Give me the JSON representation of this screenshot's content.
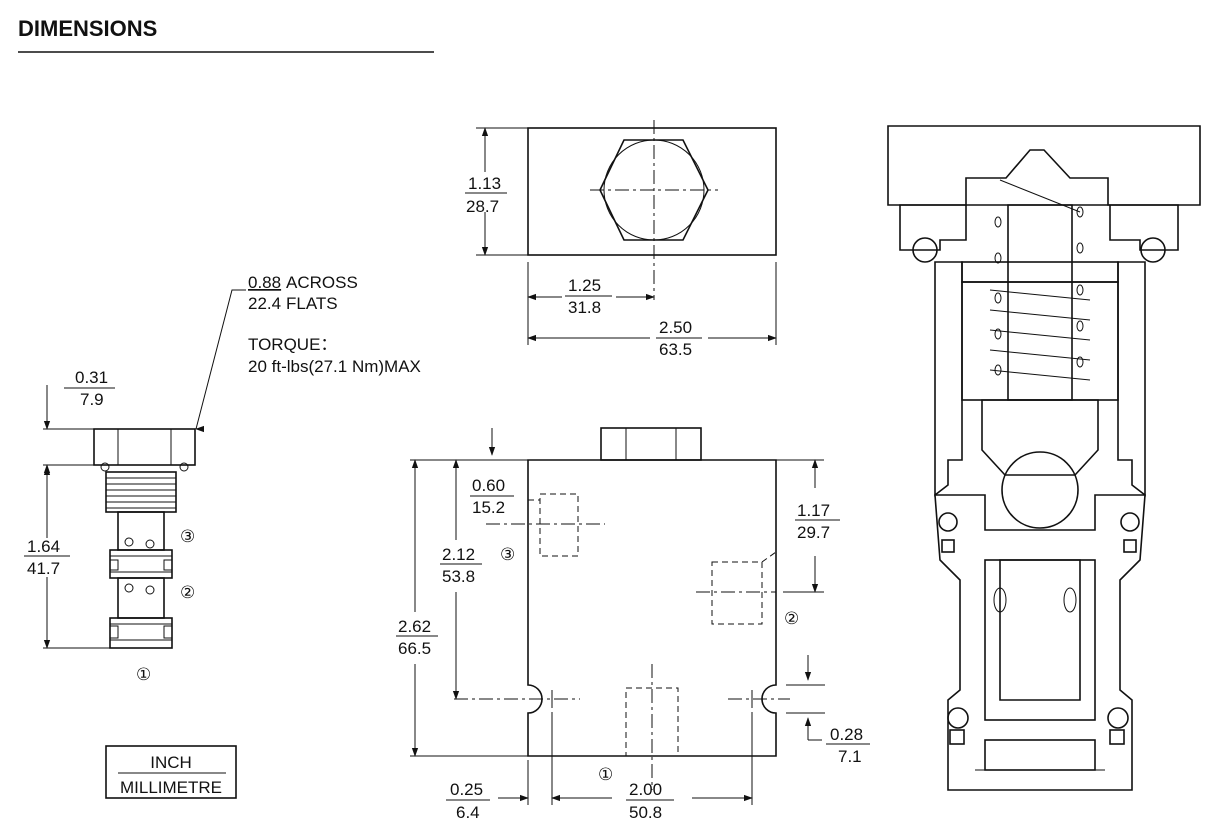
{
  "title": "DIMENSIONS",
  "dims": {
    "flats": {
      "top": "0.88",
      "top_word": "ACROSS",
      "bottom": "22.4",
      "bottom_word": "FLATS"
    },
    "torque": {
      "label": "TORQUE：",
      "value": "20 ft-lbs(27.1 Nm)MAX"
    },
    "hex_height": {
      "in": "0.31",
      "mm": "7.9"
    },
    "cart_length": {
      "in": "1.64",
      "mm": "41.7"
    },
    "body_height": {
      "in": "1.13",
      "mm": "28.7"
    },
    "port_center_x": {
      "in": "1.25",
      "mm": "31.8"
    },
    "body_width": {
      "in": "2.50",
      "mm": "63.5"
    },
    "port3_offset": {
      "in": "0.60",
      "mm": "15.2"
    },
    "port3_height": {
      "in": "2.12",
      "mm": "53.8"
    },
    "total_height": {
      "in": "2.62",
      "mm": "66.5"
    },
    "port2_offset": {
      "in": "1.17",
      "mm": "29.7"
    },
    "mount_hole_y": {
      "in": "0.28",
      "mm": "7.1"
    },
    "mount_hole_x": {
      "in": "0.25",
      "mm": "6.4"
    },
    "mount_spacing": {
      "in": "2.00",
      "mm": "50.8"
    }
  },
  "ports": {
    "p1": "①",
    "p2": "②",
    "p3": "③"
  },
  "legend": {
    "inch": "INCH",
    "mm": "MILLIMETRE"
  }
}
